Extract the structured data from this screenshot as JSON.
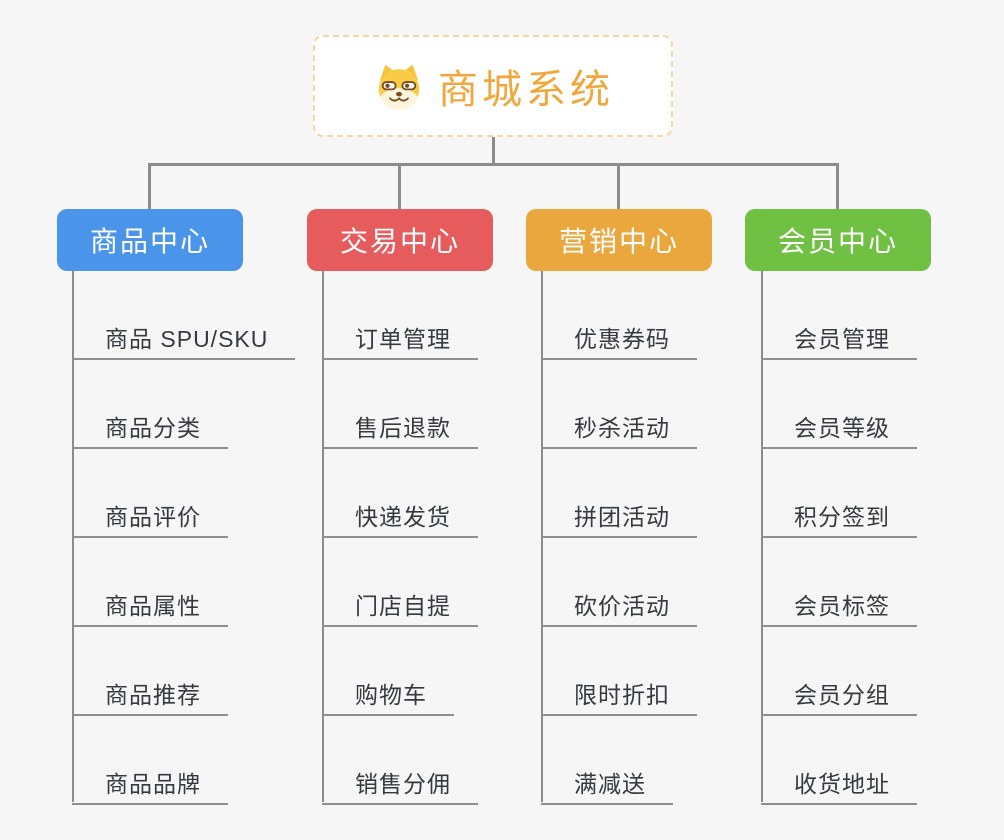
{
  "background_color": "#F6F6F6",
  "connector_color": "#8C8C8C",
  "root": {
    "title": "商城系统",
    "title_color": "#F0A73C",
    "icon": "shiba-dog-icon"
  },
  "branches": [
    {
      "id": "product-center",
      "label": "商品中心",
      "color": "#4A94EA",
      "items": [
        "商品 SPU/SKU",
        "商品分类",
        "商品评价",
        "商品属性",
        "商品推荐",
        "商品品牌"
      ]
    },
    {
      "id": "trade-center",
      "label": "交易中心",
      "color": "#E65C5C",
      "items": [
        "订单管理",
        "售后退款",
        "快递发货",
        "门店自提",
        "购物车",
        "销售分佣"
      ]
    },
    {
      "id": "marketing-center",
      "label": "营销中心",
      "color": "#EAA73E",
      "items": [
        "优惠券码",
        "秒杀活动",
        "拼团活动",
        "砍价活动",
        "限时折扣",
        "满减送"
      ]
    },
    {
      "id": "member-center",
      "label": "会员中心",
      "color": "#6FC043",
      "items": [
        "会员管理",
        "会员等级",
        "积分签到",
        "会员标签",
        "会员分组",
        "收货地址"
      ]
    }
  ]
}
